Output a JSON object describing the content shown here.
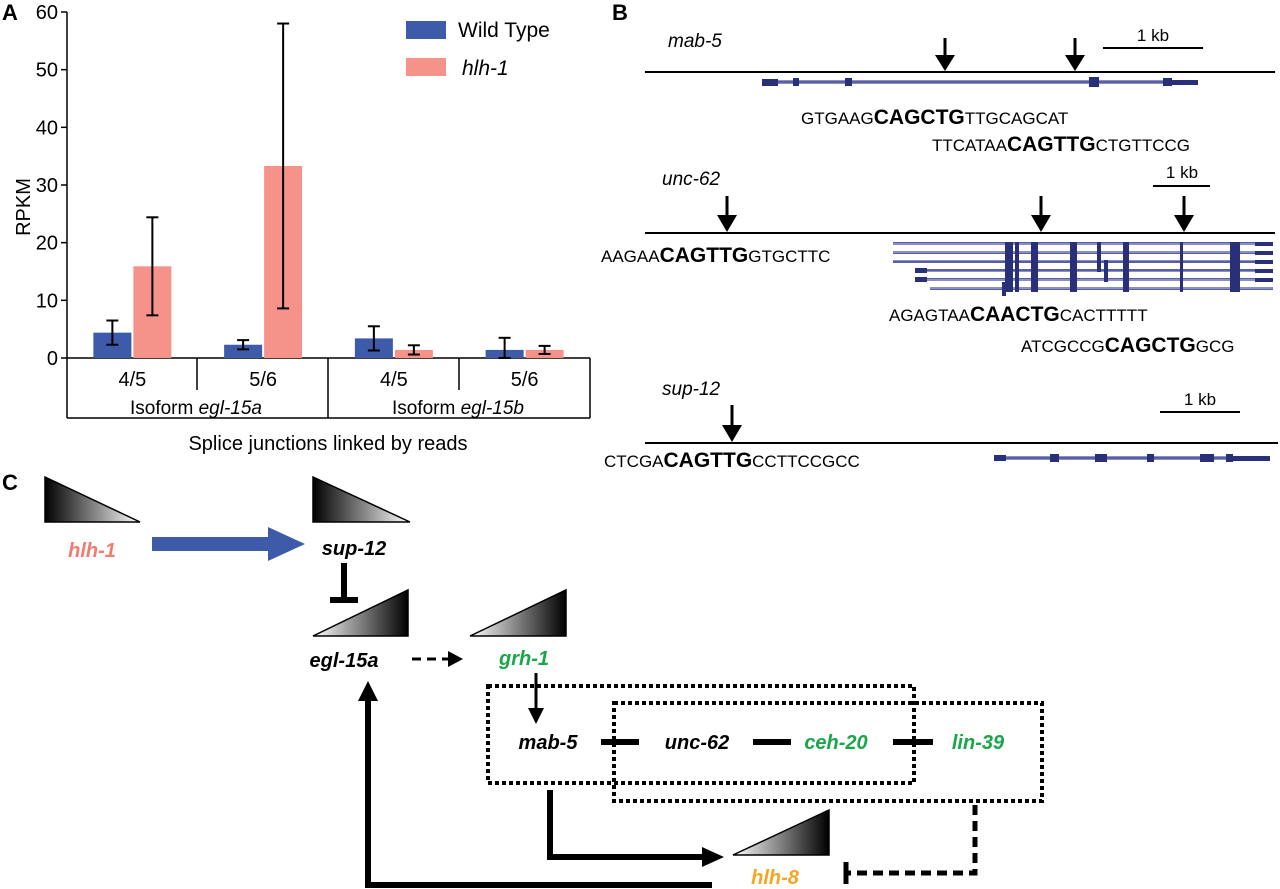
{
  "panels": {
    "a": "A",
    "b": "B",
    "c": "C"
  },
  "colors": {
    "wild_type": "#3d5ba9",
    "hlh1": "#f5938a",
    "gene_track": "#2a2f7a",
    "hlh1_text": "#f07c70",
    "green_text": "#1aa64a",
    "orange_text": "#f5a623",
    "blue_arrow": "#3d5ba9"
  },
  "chart_data": {
    "type": "bar",
    "title": "",
    "ylabel": "RPKM",
    "xlabel": "Splice junctions linked by reads",
    "ylim": [
      0,
      60
    ],
    "yticks": [
      0,
      10,
      20,
      30,
      40,
      50,
      60
    ],
    "categories": [
      "4/5",
      "5/6",
      "4/5",
      "5/6"
    ],
    "group_labels": [
      {
        "prefix": "Isoform ",
        "name": "egl-15a"
      },
      {
        "prefix": "Isoform ",
        "name": "egl-15b"
      }
    ],
    "legend_position": "top-right",
    "series": [
      {
        "name": "Wild Type",
        "values": [
          4.4,
          2.3,
          3.4,
          1.4
        ],
        "errors": [
          2.1,
          0.8,
          2.1,
          2.1
        ]
      },
      {
        "name": "hlh-1",
        "values": [
          15.9,
          33.3,
          1.4,
          1.4
        ],
        "errors": [
          8.5,
          24.7,
          0.8,
          0.7
        ]
      }
    ]
  },
  "gene_tracks": {
    "scale_label": "1 kb",
    "mab5": {
      "name": "mab-5",
      "seqs": [
        {
          "pre": "GTGAAG",
          "motif": "CAGCTG",
          "post": "TTGCAGCAT"
        },
        {
          "pre": "TTCATAA",
          "motif": "CAGTTG",
          "post": "CTGTTCCG"
        }
      ]
    },
    "unc62": {
      "name": "unc-62",
      "seqs": [
        {
          "pre": "AAGAA",
          "motif": "CAGTTG",
          "post": "GTGCTTC"
        },
        {
          "pre": "AGAGTAA",
          "motif": "CAACTG",
          "post": "CACTTTTT"
        },
        {
          "pre": "ATCGCCG",
          "motif": "CAGCTG",
          "post": "GCG"
        }
      ]
    },
    "sup12": {
      "name": "sup-12",
      "seqs": [
        {
          "pre": "CTCGA",
          "motif": "CAGTTG",
          "post": "CCTTCCGCC"
        }
      ]
    }
  },
  "network": {
    "hlh1": "hlh-1",
    "sup12": "sup-12",
    "egl15a": "egl-15a",
    "grh1": "grh-1",
    "mab5": "mab-5",
    "unc62": "unc-62",
    "ceh20": "ceh-20",
    "lin39": "lin-39",
    "hlh8": "hlh-8"
  }
}
